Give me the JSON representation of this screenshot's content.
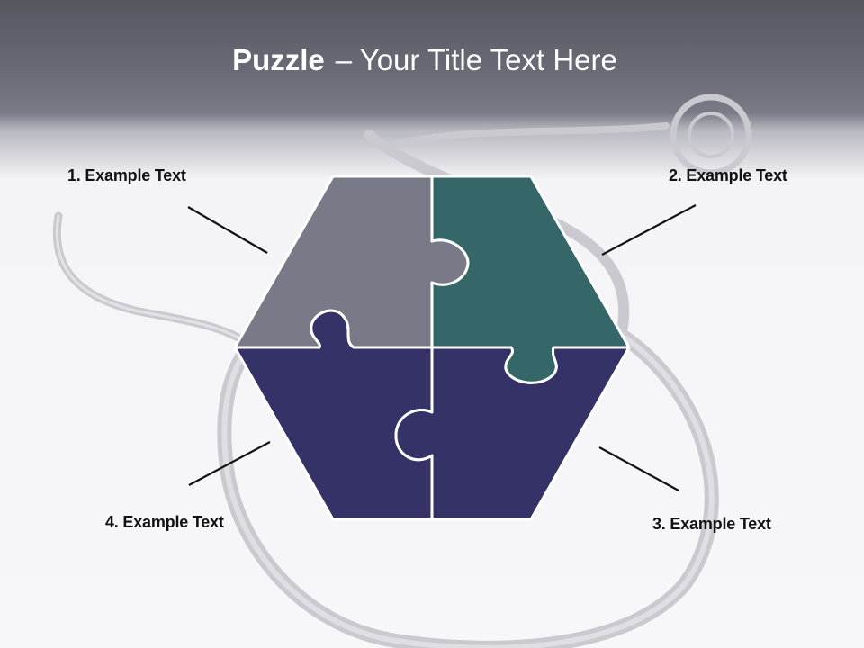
{
  "title": {
    "bold": "Puzzle",
    "rest": "– Your Title Text Here"
  },
  "labels": [
    "1. Example Text",
    "2. Example Text",
    "3. Example Text",
    "4. Example Text"
  ],
  "colors": {
    "piece_top_left": "#797a88",
    "piece_top_right": "#356668",
    "piece_bottom": "#343266",
    "outline": "#ffffff",
    "connector": "#111111"
  }
}
